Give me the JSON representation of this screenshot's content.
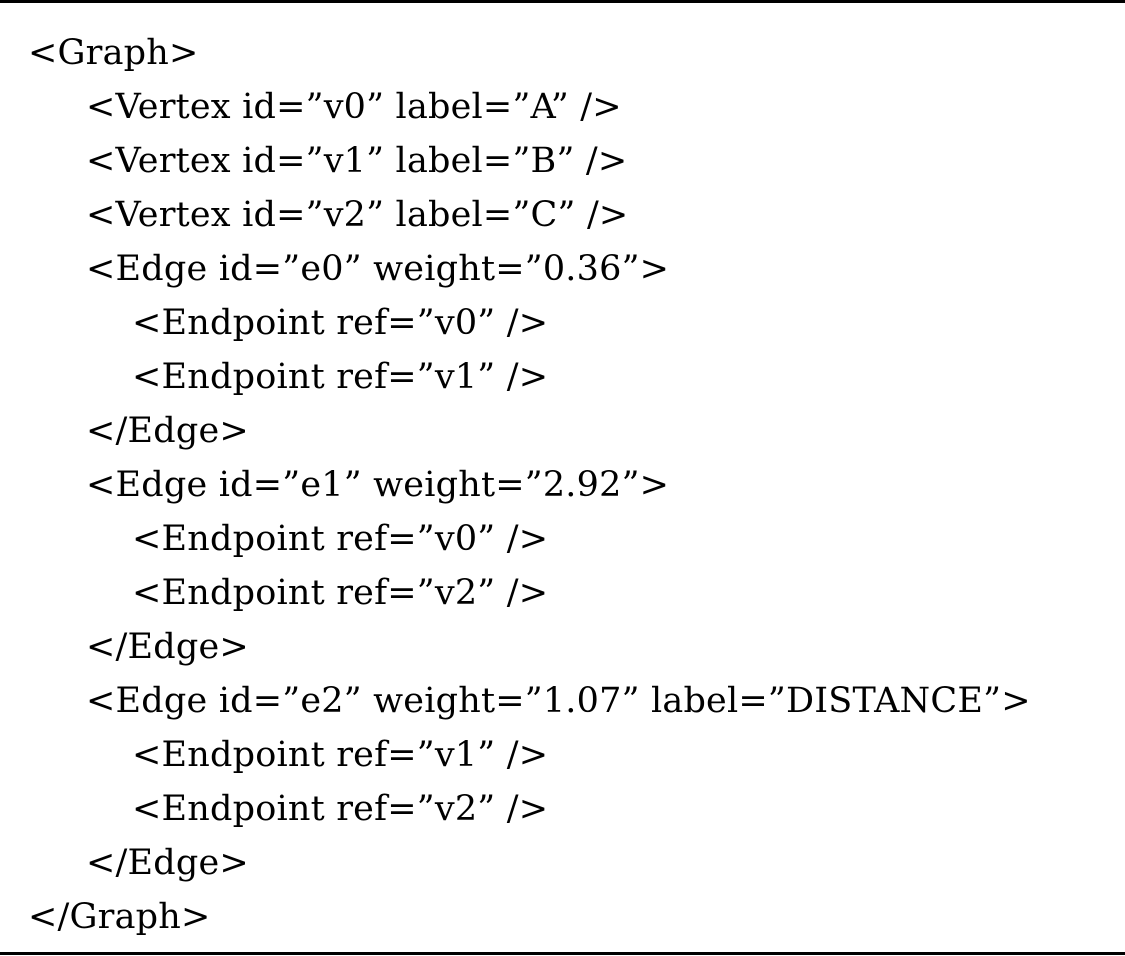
{
  "code_block": {
    "lines": [
      {
        "indent": 0,
        "text": "<Graph>"
      },
      {
        "indent": 1,
        "text": "<Vertex id=”v0” label=”A” />"
      },
      {
        "indent": 1,
        "text": "<Vertex id=”v1” label=”B” />"
      },
      {
        "indent": 1,
        "text": "<Vertex id=”v2” label=”C” />"
      },
      {
        "indent": 1,
        "text": "<Edge id=”e0” weight=”0.36”>"
      },
      {
        "indent": 2,
        "text": "<Endpoint ref=”v0” />"
      },
      {
        "indent": 2,
        "text": "<Endpoint ref=”v1” />"
      },
      {
        "indent": 1,
        "text": "</Edge>"
      },
      {
        "indent": 1,
        "text": "<Edge id=”e1” weight=”2.92”>"
      },
      {
        "indent": 2,
        "text": "<Endpoint ref=”v0” />"
      },
      {
        "indent": 2,
        "text": "<Endpoint ref=”v2” />"
      },
      {
        "indent": 1,
        "text": "</Edge>"
      },
      {
        "indent": 1,
        "text": "<Edge id=”e2” weight=”1.07” label=”DISTANCE”>"
      },
      {
        "indent": 2,
        "text": "<Endpoint ref=”v1” />"
      },
      {
        "indent": 2,
        "text": "<Endpoint ref=”v2” />"
      },
      {
        "indent": 1,
        "text": "</Edge>"
      },
      {
        "indent": 0,
        "text": "</Graph>"
      }
    ]
  }
}
